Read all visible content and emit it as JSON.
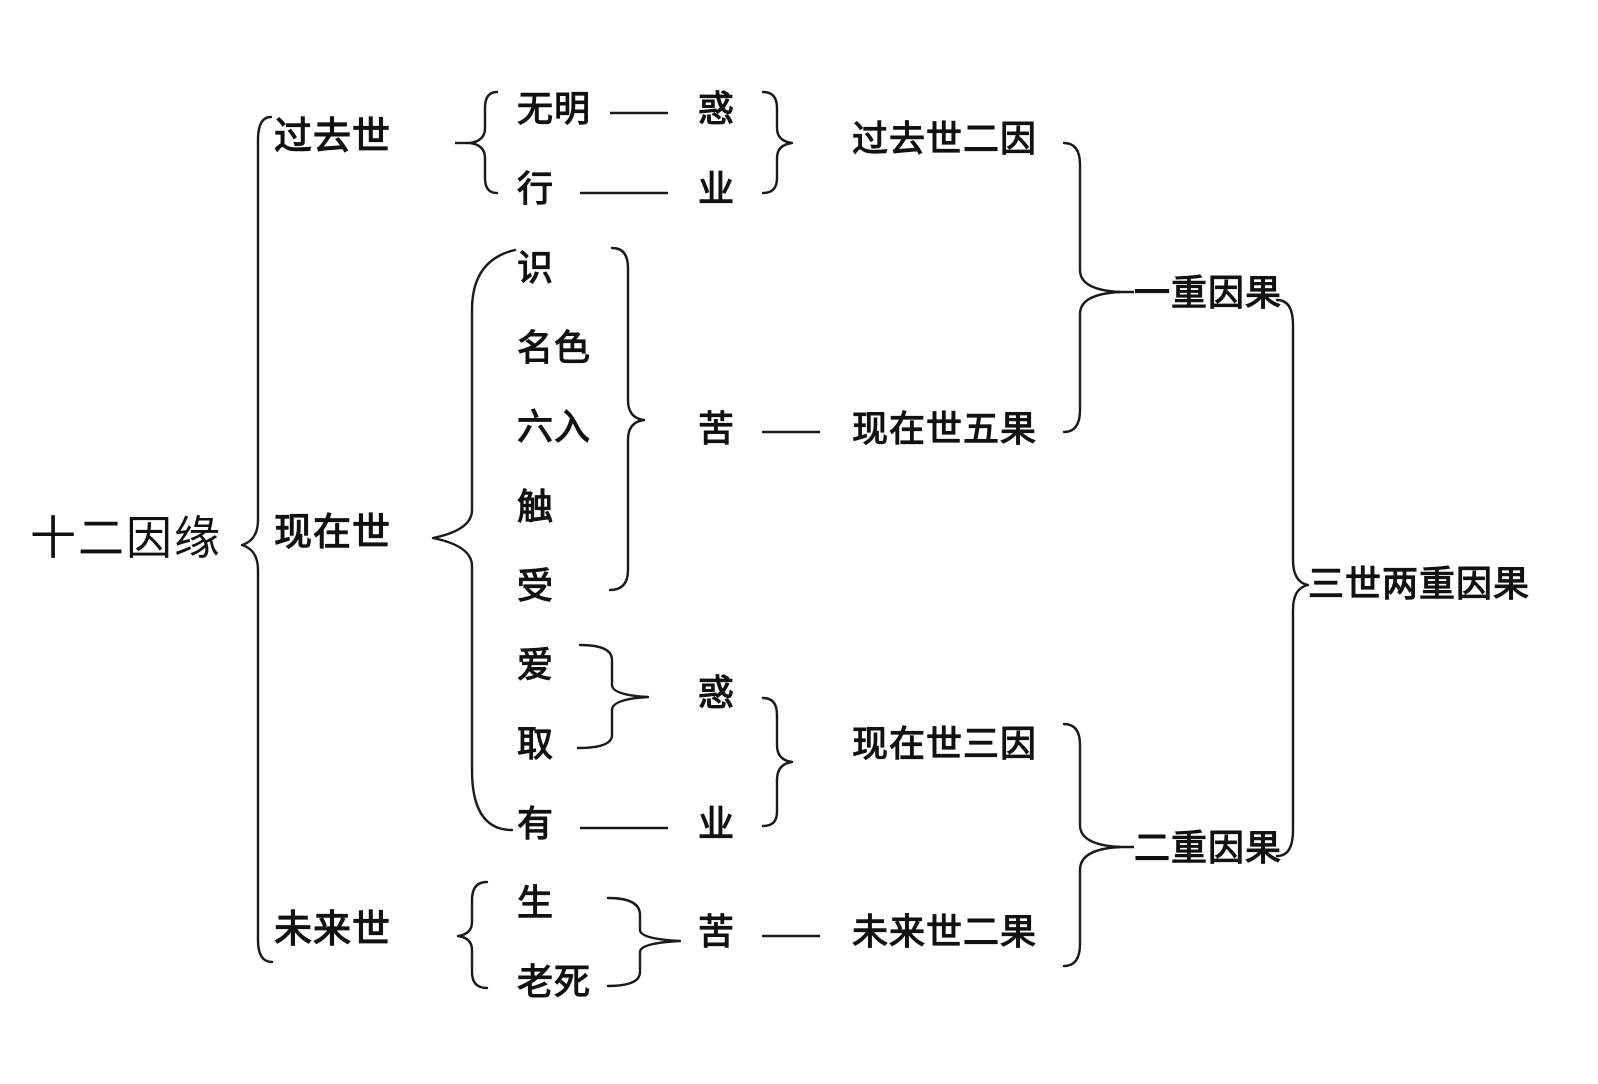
{
  "root": "十二因缘",
  "periods": {
    "past": "过去世",
    "present": "现在世",
    "future": "未来世"
  },
  "links": {
    "wuming": "无明",
    "xing": "行",
    "shi": "识",
    "mingse": "名色",
    "liuru": "六入",
    "chu": "触",
    "shou": "受",
    "ai": "爱",
    "qu": "取",
    "you": "有",
    "sheng": "生",
    "laosi": "老死"
  },
  "categories": {
    "huo_1": "惑",
    "ye_1": "业",
    "ku_1": "苦",
    "huo_2": "惑",
    "ye_2": "业",
    "ku_2": "苦"
  },
  "groups": {
    "past_two_causes": "过去世二因",
    "present_five_effects": "现在世五果",
    "present_three_causes": "现在世三因",
    "future_two_effects": "未来世二果"
  },
  "cause_effect": {
    "first": "一重因果",
    "second": "二重因果",
    "summary": "三世两重因果"
  }
}
